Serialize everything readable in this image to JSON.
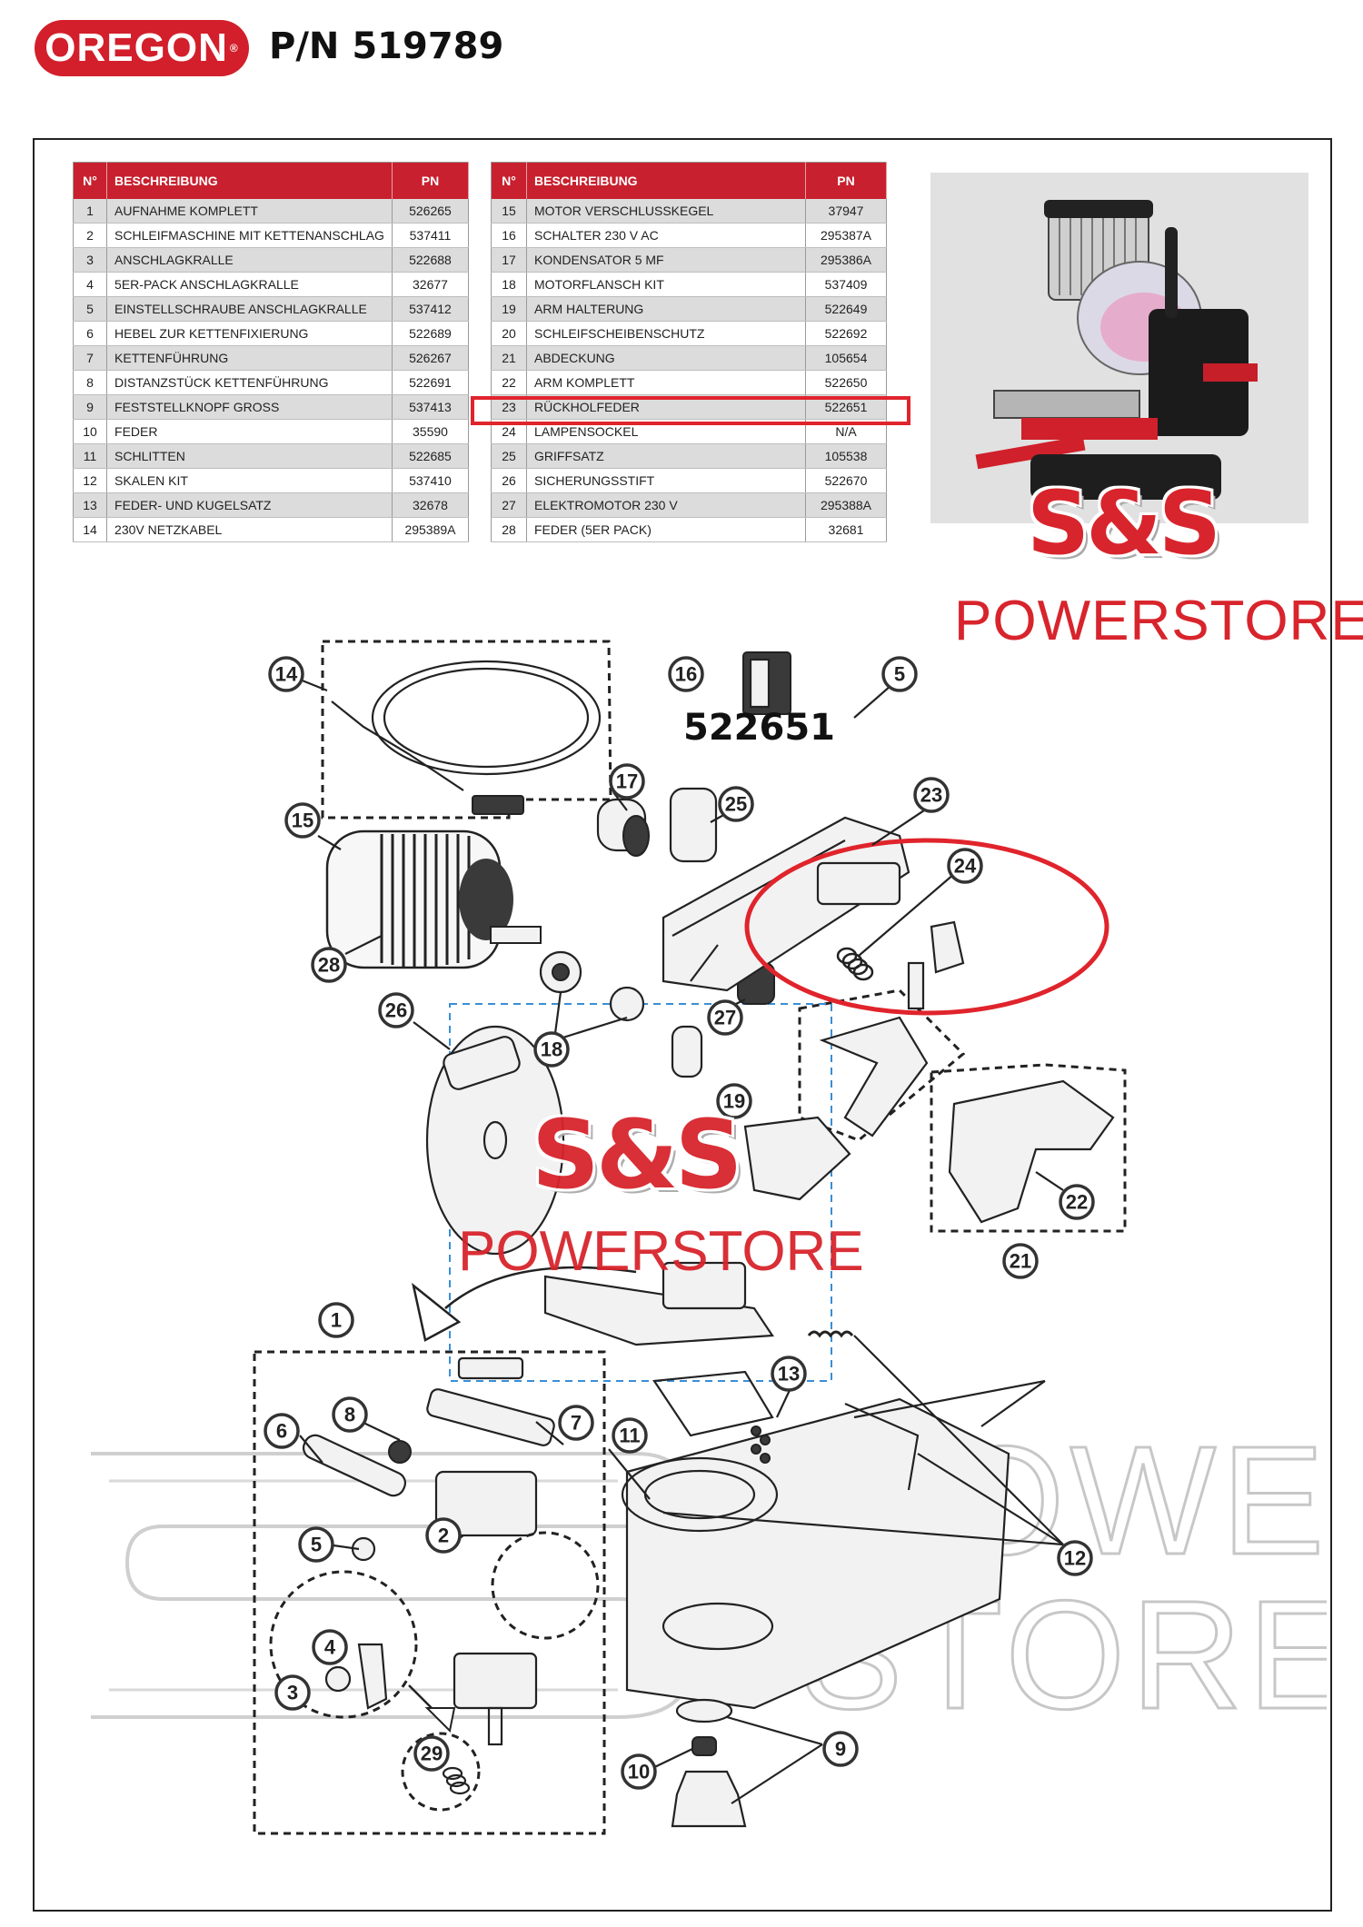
{
  "header": {
    "logo_text": "OREGON",
    "logo_mark": "®",
    "title": "P/N 519789"
  },
  "colors": {
    "brand_red": "#d21f2b",
    "table_header": "#c8202e",
    "highlight": "#e0242c"
  },
  "table_left": {
    "headers": {
      "no": "N°",
      "desc": "BESCHREIBUNG",
      "pn": "PN"
    },
    "rows": [
      {
        "no": "1",
        "desc": "AUFNAHME KOMPLETT",
        "pn": "526265"
      },
      {
        "no": "2",
        "desc": "SCHLEIFMASCHINE MIT KETTENANSCHLAG",
        "pn": "537411"
      },
      {
        "no": "3",
        "desc": "ANSCHLAGKRALLE",
        "pn": "522688"
      },
      {
        "no": "4",
        "desc": "5ER-PACK ANSCHLAGKRALLE",
        "pn": "32677"
      },
      {
        "no": "5",
        "desc": "EINSTELLSCHRAUBE ANSCHLAGKRALLE",
        "pn": "537412"
      },
      {
        "no": "6",
        "desc": "HEBEL ZUR KETTENFIXIERUNG",
        "pn": "522689"
      },
      {
        "no": "7",
        "desc": "KETTENFÜHRUNG",
        "pn": "526267"
      },
      {
        "no": "8",
        "desc": "DISTANZSTÜCK KETTENFÜHRUNG",
        "pn": "522691"
      },
      {
        "no": "9",
        "desc": "FESTSTELLKNOPF GROSS",
        "pn": "537413"
      },
      {
        "no": "10",
        "desc": "FEDER",
        "pn": "35590"
      },
      {
        "no": "11",
        "desc": "SCHLITTEN",
        "pn": "522685"
      },
      {
        "no": "12",
        "desc": "SKALEN KIT",
        "pn": "537410"
      },
      {
        "no": "13",
        "desc": "FEDER- UND KUGELSATZ",
        "pn": "32678"
      },
      {
        "no": "14",
        "desc": "230V NETZKABEL",
        "pn": "295389A"
      }
    ]
  },
  "table_right": {
    "headers": {
      "no": "N°",
      "desc": "BESCHREIBUNG",
      "pn": "PN"
    },
    "rows": [
      {
        "no": "15",
        "desc": "MOTOR VERSCHLUSSKEGEL",
        "pn": "37947"
      },
      {
        "no": "16",
        "desc": "SCHALTER 230 V AC",
        "pn": "295387A"
      },
      {
        "no": "17",
        "desc": "KONDENSATOR 5 MF",
        "pn": "295386A"
      },
      {
        "no": "18",
        "desc": "MOTORFLANSCH KIT",
        "pn": "537409"
      },
      {
        "no": "19",
        "desc": "ARM HALTERUNG",
        "pn": "522649"
      },
      {
        "no": "20",
        "desc": "SCHLEIFSCHEIBENSCHUTZ",
        "pn": "522692"
      },
      {
        "no": "21",
        "desc": "ABDECKUNG",
        "pn": "105654"
      },
      {
        "no": "22",
        "desc": "ARM KOMPLETT",
        "pn": "522650"
      },
      {
        "no": "23",
        "desc": "RÜCKHOLFEDER",
        "pn": "522651"
      },
      {
        "no": "24",
        "desc": "LAMPENSOCKEL",
        "pn": "N/A"
      },
      {
        "no": "25",
        "desc": "GRIFFSATZ",
        "pn": "105538"
      },
      {
        "no": "26",
        "desc": "SICHERUNGSSTIFT",
        "pn": "522670"
      },
      {
        "no": "27",
        "desc": "ELEKTROMOTOR 230 V",
        "pn": "295388A"
      },
      {
        "no": "28",
        "desc": "FEDER (5ER PACK)",
        "pn": "32681"
      }
    ]
  },
  "brand": {
    "ss": "S&S",
    "power": "POWERSTORE"
  },
  "watermark": {
    "line1": "POWER",
    "line2": "STORE"
  },
  "diagram": {
    "highlighted_pn": "522651",
    "callouts": [
      "14",
      "16",
      "5",
      "17",
      "25",
      "23",
      "24",
      "15",
      "28",
      "26",
      "18",
      "27",
      "19",
      "22",
      "21",
      "1",
      "13",
      "8",
      "6",
      "7",
      "11",
      "12",
      "5",
      "2",
      "4",
      "3",
      "29",
      "9",
      "10"
    ]
  }
}
